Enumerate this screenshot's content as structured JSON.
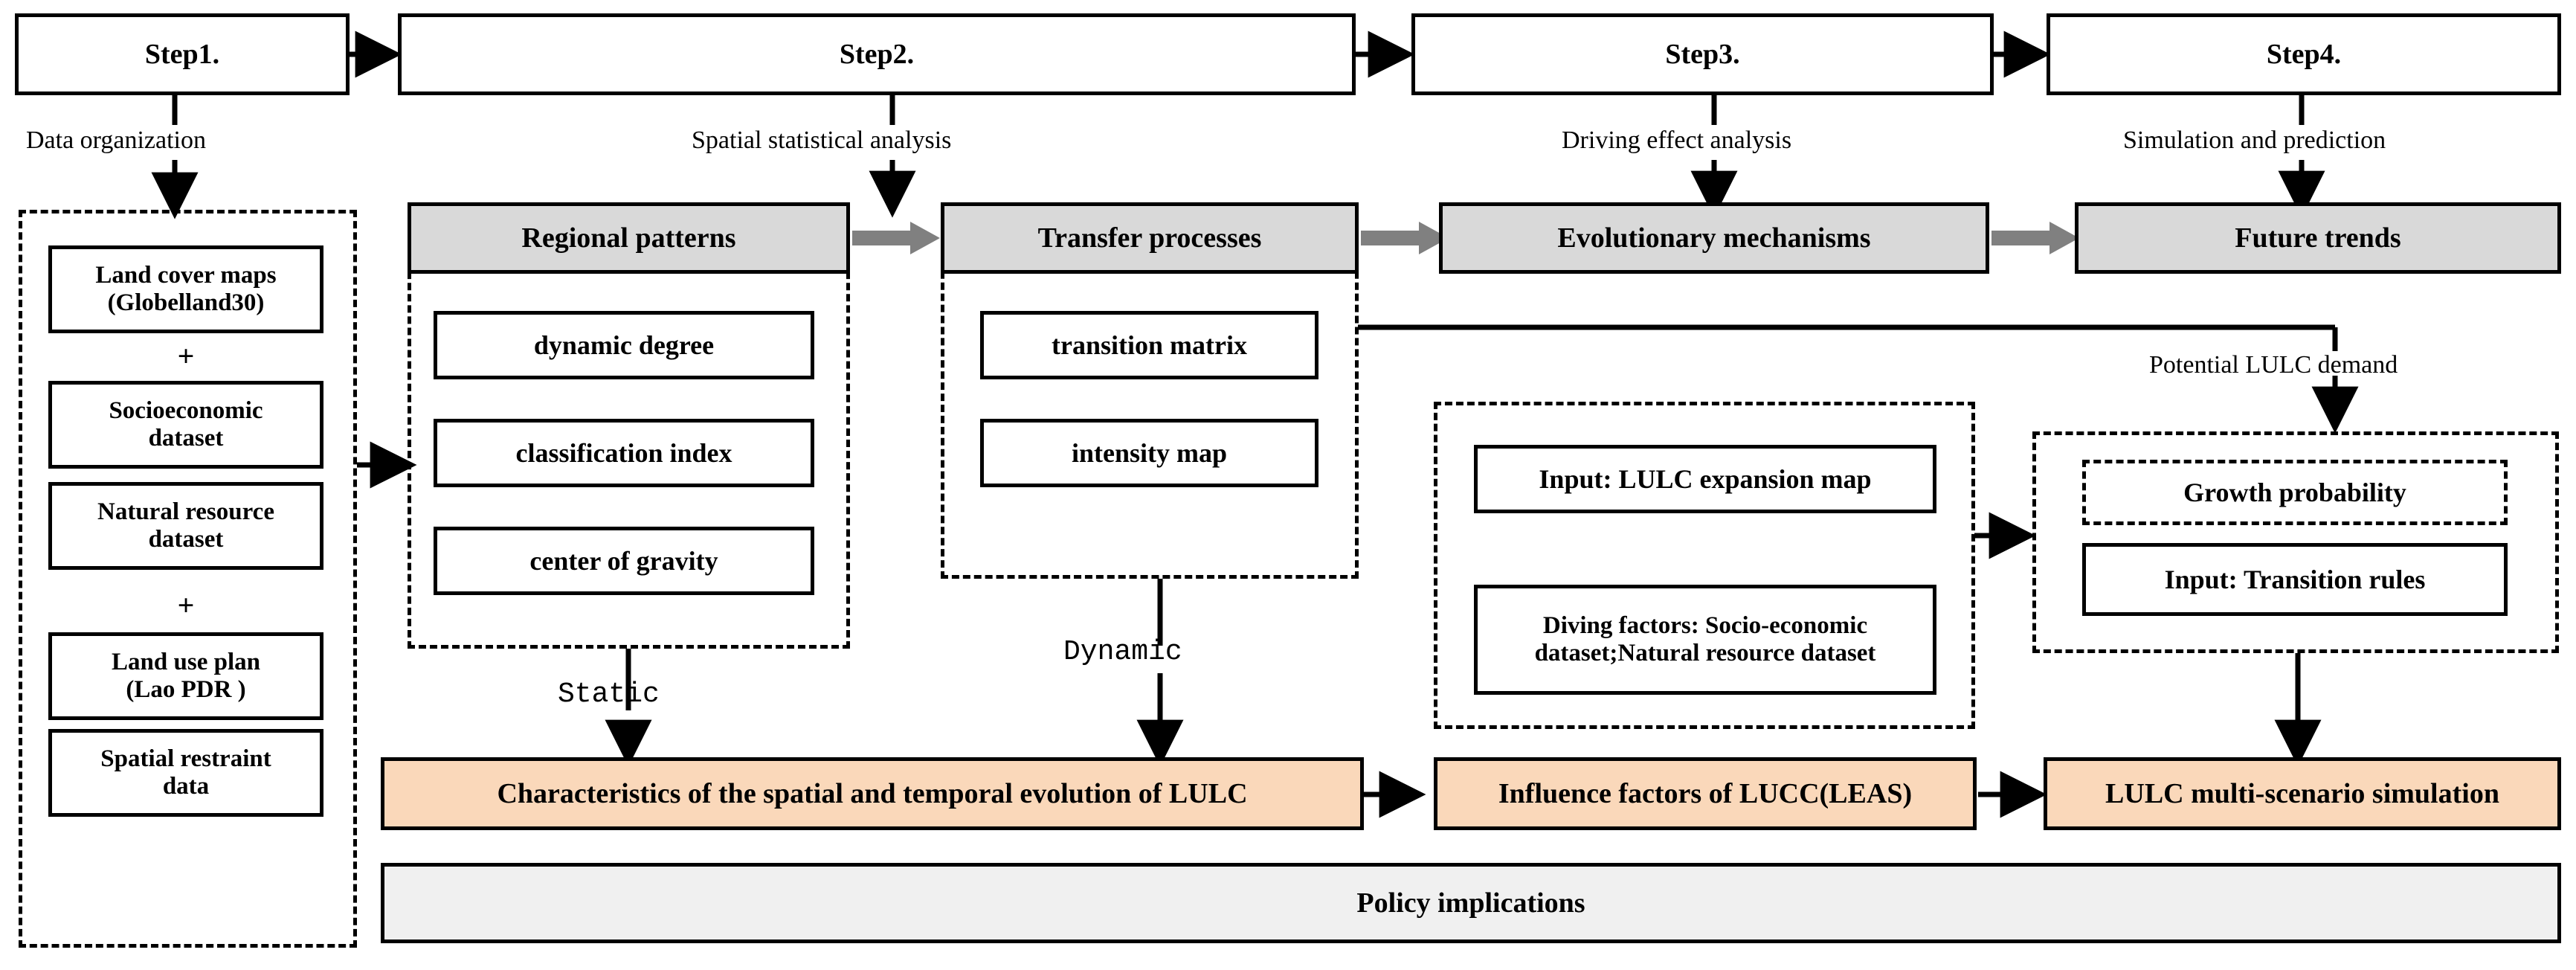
{
  "colors": {
    "gray_fill": "#d9d9d9",
    "orange_fill": "#fad8ba",
    "light_gray_fill": "#f0f0f0",
    "stroke": "#000000",
    "arrow_gray": "#808080"
  },
  "steps": [
    {
      "label": "Step1."
    },
    {
      "label": "Step2."
    },
    {
      "label": "Step3."
    },
    {
      "label": "Step4."
    }
  ],
  "step_connectors": [
    {
      "label": "Data organization"
    },
    {
      "label": "Spatial statistical analysis"
    },
    {
      "label": "Driving effect analysis"
    },
    {
      "label": "Simulation and prediction"
    }
  ],
  "data_panel": {
    "items": [
      {
        "label": "Land cover maps\n(Globelland30)"
      },
      {
        "label": "Socioeconomic\ndataset"
      },
      {
        "label": "Natural resource\ndataset"
      },
      {
        "label": "Land use plan\n(Lao PDR )"
      },
      {
        "label": "Spatial restraint\ndata"
      }
    ],
    "plus1": "+",
    "plus2": "+"
  },
  "regional_patterns": {
    "header": "Regional patterns",
    "items": [
      {
        "label": "dynamic degree"
      },
      {
        "label": "classification index"
      },
      {
        "label": "center of gravity"
      }
    ]
  },
  "transfer_processes": {
    "header": "Transfer processes",
    "items": [
      {
        "label": "transition matrix"
      },
      {
        "label": "intensity map"
      }
    ]
  },
  "evolutionary_mechanisms": {
    "header": "Evolutionary mechanisms"
  },
  "future_trends": {
    "header": "Future trends"
  },
  "leas_panel": {
    "items": [
      {
        "label": "Input: LULC expansion map"
      },
      {
        "label": "Diving factors: Socio-economic\ndataset;Natural resource dataset"
      }
    ]
  },
  "cars_panel": {
    "items": [
      {
        "label": "Growth probability"
      },
      {
        "label": "Input: Transition rules"
      }
    ]
  },
  "edge_labels": {
    "static": "Static",
    "dynamic": "Dynamic",
    "potential_demand": "Potential LULC demand"
  },
  "results": [
    {
      "label": "Characteristics of the spatial and temporal evolution of LULC"
    },
    {
      "label": "Influence factors of LUCC(LEAS)"
    },
    {
      "label": "LULC multi-scenario simulation"
    }
  ],
  "policy": {
    "label": "Policy implications"
  }
}
